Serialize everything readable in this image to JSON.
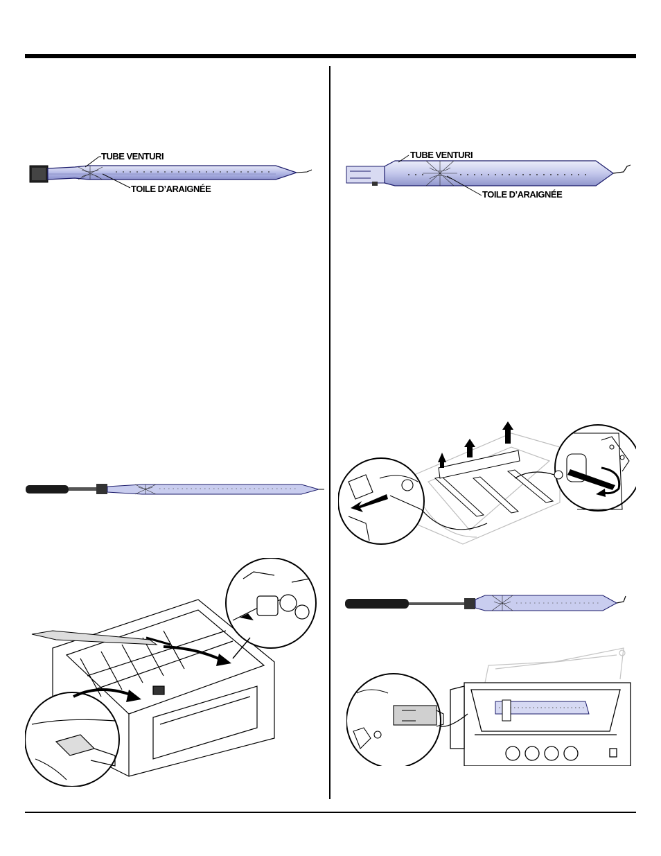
{
  "labels": {
    "left_burner_tube": "TUBE VENTURI",
    "left_burner_web": "TOILE D’ARAIGNÉE",
    "right_burner_tube": "TUBE VENTURI",
    "right_burner_web": "TOILE D’ARAIGNÉE"
  },
  "colors": {
    "burner_tint": "#b8bde8",
    "burner_outline": "#1a1a6a",
    "line": "#000000",
    "ghost": "#bdbdbd"
  }
}
